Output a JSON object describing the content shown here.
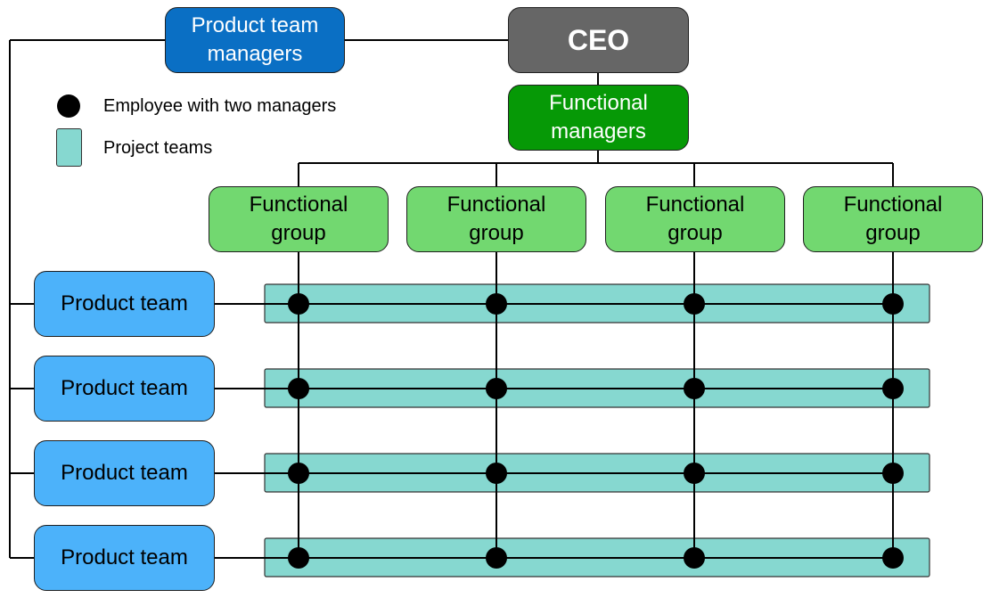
{
  "ceo": {
    "label": "CEO"
  },
  "product_team_managers": {
    "label_line1": "Product team",
    "label_line2": "managers"
  },
  "functional_managers": {
    "label_line1": "Functional",
    "label_line2": "managers"
  },
  "functional_groups": [
    {
      "line1": "Functional",
      "line2": "group"
    },
    {
      "line1": "Functional",
      "line2": "group"
    },
    {
      "line1": "Functional",
      "line2": "group"
    },
    {
      "line1": "Functional",
      "line2": "group"
    }
  ],
  "product_teams": [
    {
      "label": "Product team"
    },
    {
      "label": "Product team"
    },
    {
      "label": "Product team"
    },
    {
      "label": "Product team"
    }
  ],
  "legend": {
    "employee_label": "Employee with two managers",
    "project_label": "Project teams"
  },
  "colors": {
    "ceo": "#666666",
    "product_team_managers": "#0a6fc4",
    "functional_managers": "#069906",
    "functional_group": "#72d870",
    "product_team": "#4cb2fa",
    "project_team": "#86d8d0",
    "employee_dot": "#000000",
    "connector": "#000000"
  }
}
